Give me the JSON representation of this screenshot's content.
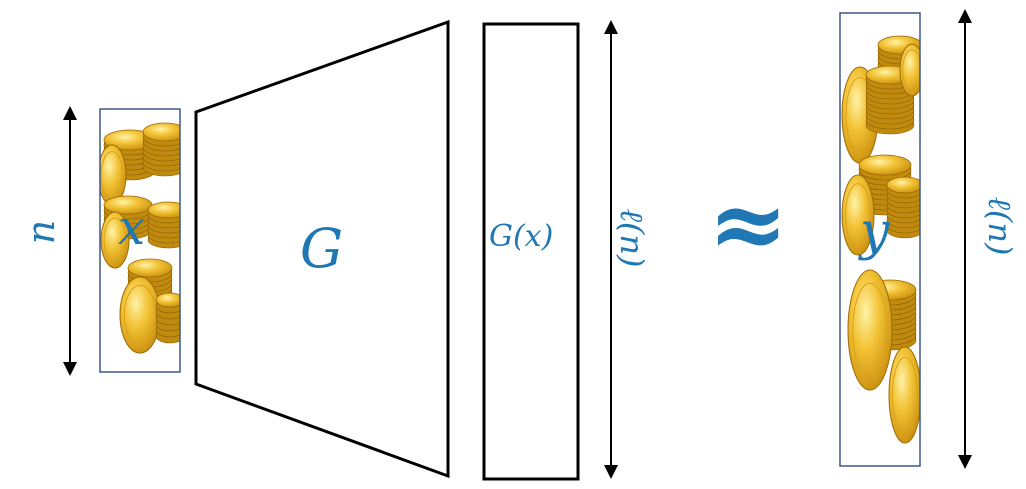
{
  "colors": {
    "label": "#1f77b4",
    "stroke": "#000000",
    "frame": "#3b5a8a",
    "coin_light": "#f7d24a",
    "coin_mid": "#e3a916",
    "coin_dark": "#b8810c"
  },
  "labels": {
    "input_size": "n",
    "input": "x",
    "generator": "G",
    "output": "G(x)",
    "output_size": "ℓ(n)",
    "approx": "≈",
    "target": "y",
    "target_size": "ℓ(n)"
  },
  "images": {
    "input_image": "gold-coins",
    "target_image": "gold-coins"
  }
}
